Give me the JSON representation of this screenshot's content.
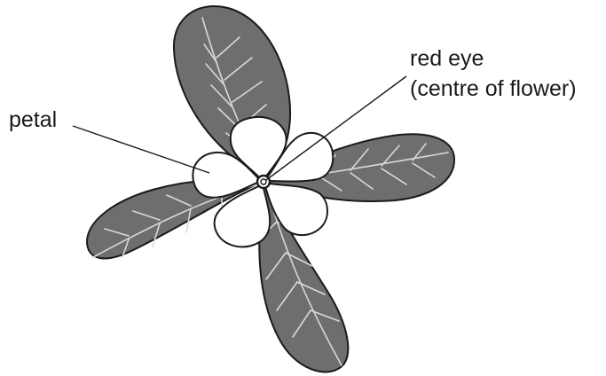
{
  "labels": {
    "petal": "petal",
    "red_eye_line1": "red eye",
    "red_eye_line2": "(centre of flower)"
  },
  "colors": {
    "leaf_fill": "#6e6e6e",
    "vein": "#d9d9d9",
    "outline": "#1a1a1a",
    "petal_fill": "#ffffff"
  }
}
